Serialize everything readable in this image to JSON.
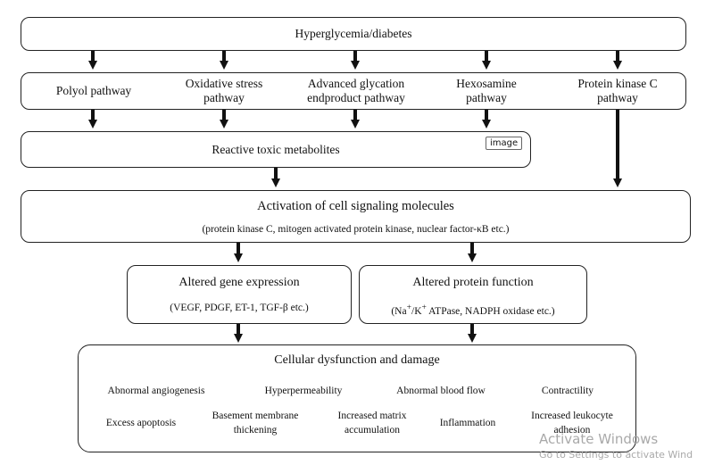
{
  "top": {
    "label": "Hyperglycemia/diabetes"
  },
  "pathways": [
    {
      "label": "Polyol pathway"
    },
    {
      "label": "Oxidative stress pathway"
    },
    {
      "label": "Advanced glycation endproduct pathway"
    },
    {
      "label": "Hexosamine pathway"
    },
    {
      "label": "Protein kinase C pathway"
    }
  ],
  "metabolites": {
    "label": "Reactive toxic metabolites",
    "badge": "image"
  },
  "signaling": {
    "title": "Activation of cell signaling molecules",
    "subtitle": "(protein kinase C, mitogen activated protein kinase, nuclear factor-κB etc.)"
  },
  "gene": {
    "title": "Altered gene expression",
    "subtitle": "(VEGF, PDGF, ET-1, TGF-β etc.)"
  },
  "protein": {
    "title": "Altered protein function",
    "subtitle_pre": "(Na",
    "sup1": "+",
    "subtitle_mid": "/K",
    "sup2": "+",
    "subtitle_post": " ATPase, NADPH oxidase etc.)"
  },
  "damage": {
    "title": "Cellular dysfunction and damage",
    "items": [
      "Abnormal angiogenesis",
      "Hyperpermeability",
      "Abnormal blood flow",
      "Contractility",
      "Excess apoptosis",
      "Basement membrane thickening",
      "Increased matrix accumulation",
      "Inflammation",
      "Increased leukocyte adhesion"
    ]
  },
  "watermark": {
    "line1": "Activate Windows",
    "line2": "Go to Settings to activate Wind"
  }
}
